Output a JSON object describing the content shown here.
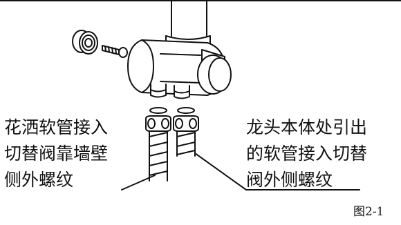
{
  "labels": {
    "left": [
      "花洒软管接入",
      "切替阀靠墙壁",
      "侧外螺纹"
    ],
    "right": [
      "龙头本体处引出",
      "的软管接入切替",
      "阀外侧螺纹"
    ]
  },
  "caption": "图2-1",
  "colors": {
    "line": "#111111",
    "background": "#ffffff"
  }
}
